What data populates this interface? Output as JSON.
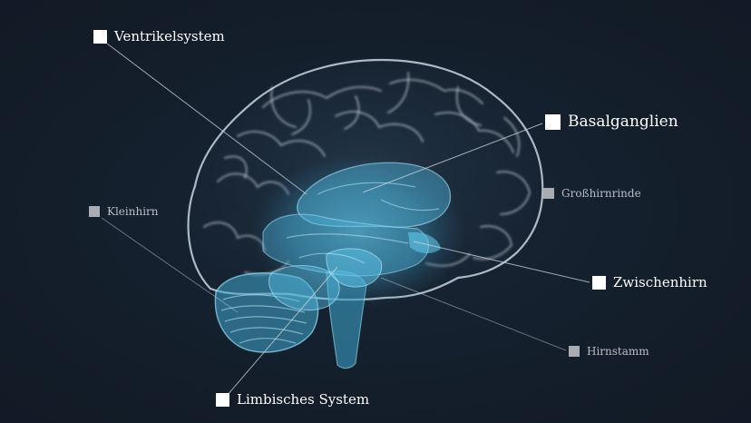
{
  "labels": {
    "ventrikelsystem": "Ventrikelsystem",
    "basalganglien": "Basalganglien",
    "grosshirnrinde": "Großhirnrinde",
    "kleinhirn": "Kleinhirn",
    "zwischenhirn": "Zwischenhirn",
    "hirnstamm": "Hirnstamm",
    "limbisches_system": "Limbisches System"
  },
  "colors": {
    "background": "#141f2b",
    "brain_outline": "#c8d3de",
    "inner_structures": "#5fb8d8",
    "label_primary": "#ffffff",
    "label_secondary": "#a9adb3",
    "leader_line": "#cfd6dd"
  }
}
